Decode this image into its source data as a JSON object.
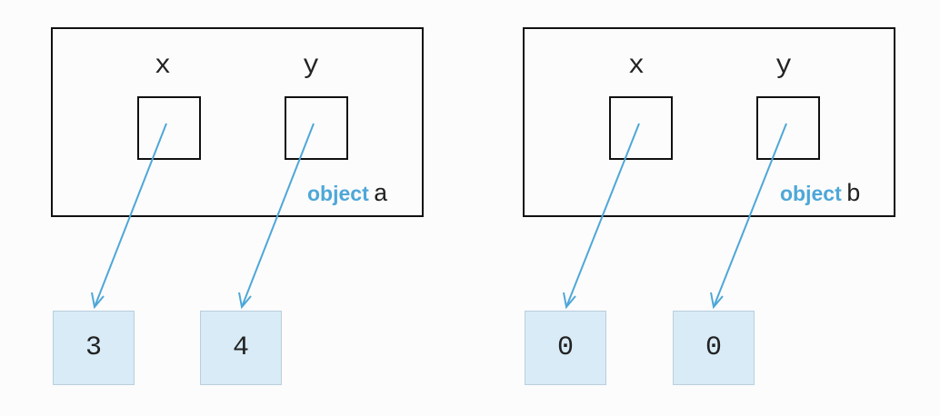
{
  "objects": [
    {
      "caption_word": "object",
      "name": "a",
      "fields": [
        {
          "label": "x",
          "value": "3"
        },
        {
          "label": "y",
          "value": "4"
        }
      ]
    },
    {
      "caption_word": "object",
      "name": "b",
      "fields": [
        {
          "label": "x",
          "value": "0"
        },
        {
          "label": "y",
          "value": "0"
        }
      ]
    }
  ],
  "colors": {
    "arrow": "#4ea7d8",
    "value_box_fill": "#d8ebf7",
    "caption_word": "#4ea7d8"
  }
}
